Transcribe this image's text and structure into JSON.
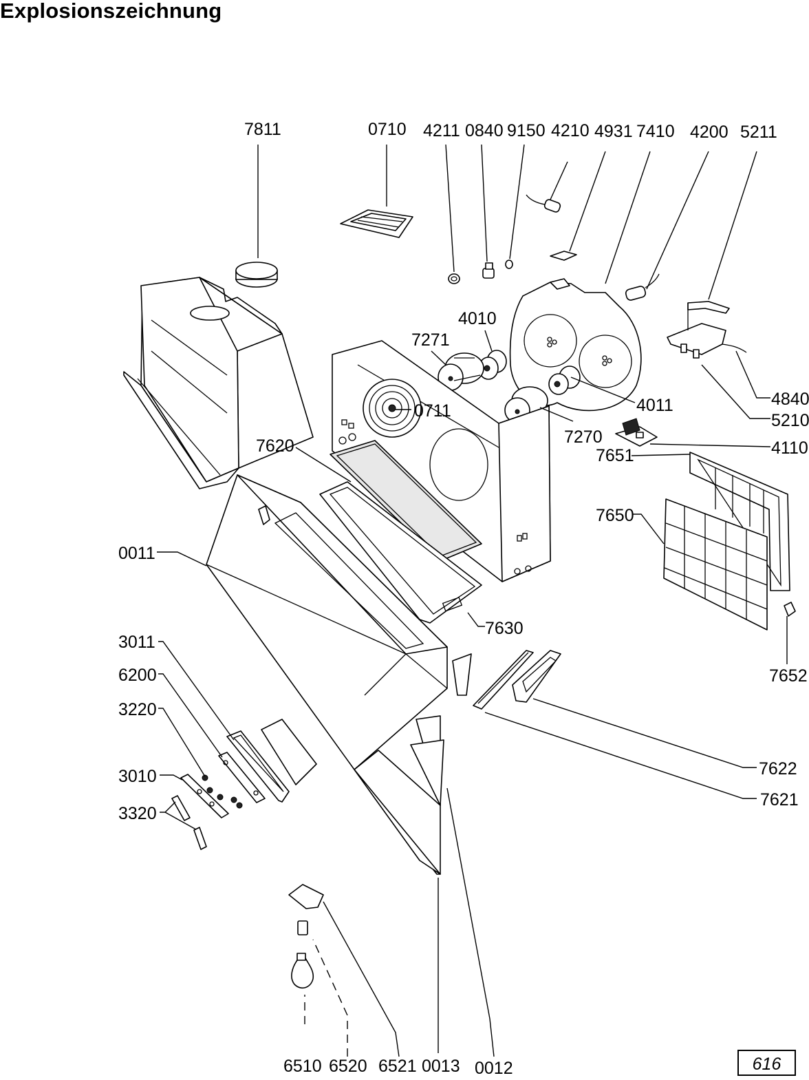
{
  "title": "Explosionszeichnung",
  "page_number": "616",
  "part_labels": {
    "p7811": "7811",
    "p0710": "0710",
    "p4211": "4211",
    "p0840": "0840",
    "p9150": "9150",
    "p4210": "4210",
    "p4931": "4931",
    "p7410": "7410",
    "p4200": "4200",
    "p5211": "5211",
    "p4010": "4010",
    "p7271": "7271",
    "p0711": "0711",
    "p4011": "4011",
    "p7270": "7270",
    "p4840": "4840",
    "p5210": "5210",
    "p4110": "4110",
    "p7620": "7620",
    "p7651": "7651",
    "p7650": "7650",
    "p0011": "0011",
    "p7630": "7630",
    "p3011": "3011",
    "p6200": "6200",
    "p3220": "3220",
    "p3010": "3010",
    "p3320": "3320",
    "p7652": "7652",
    "p7622": "7622",
    "p7621": "7621",
    "p6510": "6510",
    "p6520": "6520",
    "p6521": "6521",
    "p0013": "0013",
    "p0012": "0012"
  }
}
